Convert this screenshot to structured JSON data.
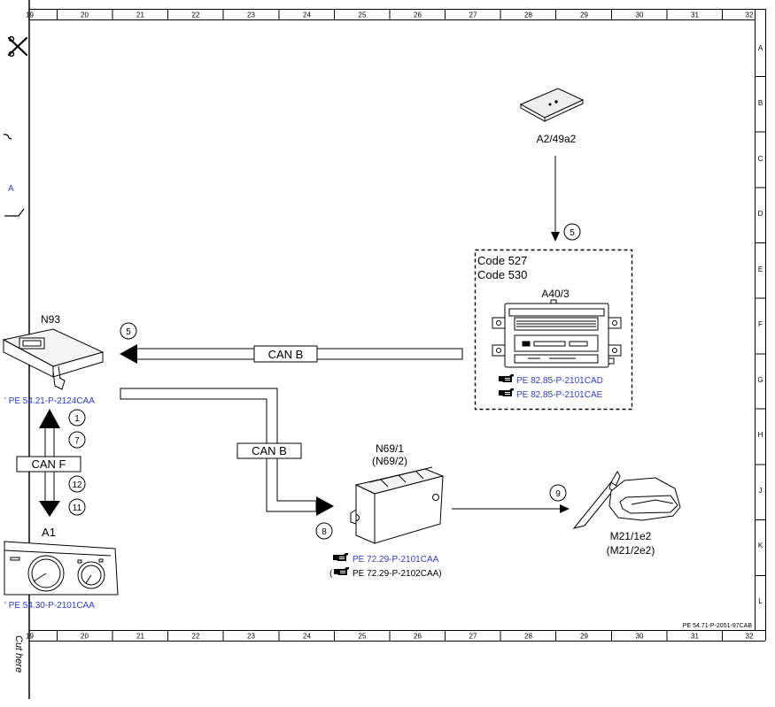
{
  "grid": {
    "columns": [
      "19",
      "20",
      "21",
      "22",
      "23",
      "24",
      "25",
      "26",
      "27",
      "28",
      "29",
      "30",
      "31",
      "32"
    ],
    "rows": [
      "A",
      "B",
      "C",
      "D",
      "E",
      "F",
      "G",
      "H",
      "J",
      "K",
      "L"
    ]
  },
  "components": {
    "a2_label": "A2/49a2",
    "a40_label": "A40/3",
    "code_1": "Code 527",
    "code_2": "Code 530",
    "n93_label": "N93",
    "n69_label": "N69/1",
    "n69_alt": "(N69/2)",
    "a1_label": "A1",
    "m21_label": "M21/1e2",
    "m21_alt": "(M21/2e2)"
  },
  "buses": {
    "can_b_top": "CAN B",
    "can_b_bottom": "CAN B",
    "can_f": "CAN F"
  },
  "markers": {
    "a2_to_a40": "5",
    "a40_to_n93": "5",
    "can_f_1": "1",
    "can_f_7": "7",
    "can_f_12": "12",
    "can_f_11": "11",
    "to_n69": "8",
    "to_m21": "9"
  },
  "references": {
    "a40_ref1": "PE 82.85-P-2101CAD",
    "a40_ref2": "PE 82.85-P-2101CAE",
    "n93_ref": "' PE 54.21-P-2124CAA",
    "n69_ref1": "PE 72.29-P-2101CAA",
    "n69_ref2": "PE 72.29-P-2102CAA)",
    "n69_ref2_prefix": "(",
    "a1_ref": "' PE 54.30-P-2101CAA",
    "left_ref": "A",
    "doc_id": "PE 54.71-P-2051-97CAB"
  },
  "margin": {
    "cut_here": "Cut here"
  },
  "colors": {
    "reference_text": "#2b3bd6",
    "line": "#000000"
  },
  "icons": {
    "scissors": "scissors-icon",
    "pointing_hand": "pointing-hand-icon"
  }
}
